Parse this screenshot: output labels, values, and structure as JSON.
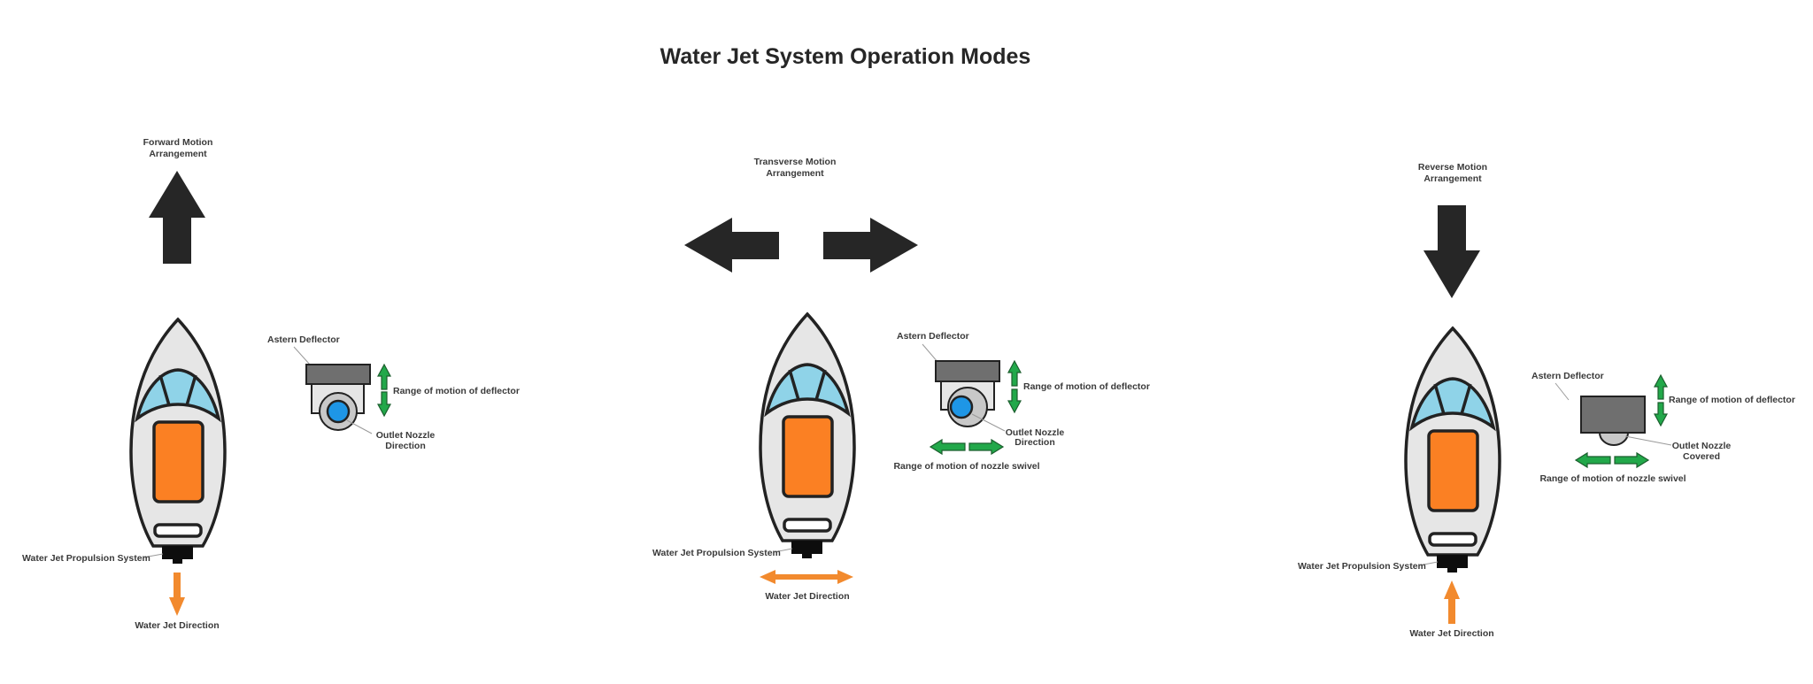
{
  "title": "Water Jet System Operation Modes",
  "colors": {
    "hull": "#e6e6e6",
    "windshield": "#8fd3e8",
    "cabin": "#fb8023",
    "water_jet_arrow": "#f28a2e",
    "motion_arrow": "#262626",
    "deflector": "#6f6f6f",
    "nozzle": "#1e96e6",
    "range_arrow": "#22a84a"
  },
  "modes": [
    {
      "id": "forward",
      "heading_line1": "Forward Motion",
      "heading_line2": "Arrangement",
      "motion_direction": "up",
      "propulsion_label": "Water Jet Propulsion System",
      "jet_direction_label": "Water Jet Direction",
      "jet_direction": "down",
      "deflector": {
        "label": "Astern Deflector",
        "deflector_range_label": "Range of motion of deflector",
        "nozzle_label_line1": "Outlet Nozzle",
        "nozzle_label_line2": "Direction"
      }
    },
    {
      "id": "transverse",
      "heading_line1": "Transverse Motion",
      "heading_line2": "Arrangement",
      "motion_direction": "left-right",
      "propulsion_label": "Water Jet Propulsion System",
      "jet_direction_label": "Water Jet Direction",
      "jet_direction": "left-right",
      "deflector": {
        "label": "Astern Deflector",
        "deflector_range_label": "Range of motion of deflector",
        "nozzle_label_line1": "Outlet Nozzle",
        "nozzle_label_line2": "Direction",
        "swivel_range_label": "Range of motion of nozzle swivel"
      }
    },
    {
      "id": "reverse",
      "heading_line1": "Reverse Motion",
      "heading_line2": "Arrangement",
      "motion_direction": "down",
      "propulsion_label": "Water Jet Propulsion System",
      "jet_direction_label": "Water Jet Direction",
      "jet_direction": "up",
      "deflector": {
        "label": "Astern Deflector",
        "deflector_range_label": "Range of motion of deflector",
        "nozzle_label_line1": "Outlet Nozzle",
        "nozzle_label_line2": "Covered",
        "swivel_range_label": "Range of motion of nozzle swivel"
      }
    }
  ]
}
